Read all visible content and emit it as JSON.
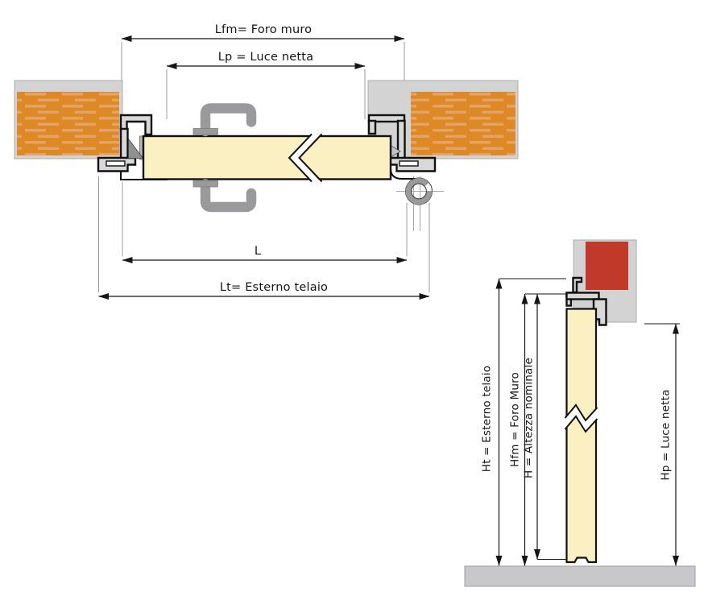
{
  "colors": {
    "wall_plaster": "#d3d3d4",
    "wall_edge": "#aeaeae",
    "brick_base": "#dd8a26",
    "brick_dash": "#e5a465",
    "brick_red": "#c1392b",
    "door_leaf": "#fbf0c1",
    "frame_fill": "#d8d8d8",
    "hardware_gray": "#9a9a9c",
    "hardware_light": "#b5b5b7",
    "floor_gray": "#c8c8ca"
  },
  "plan_view": {
    "dim_lfm": "Lfm= Foro muro",
    "dim_lp": "Lp = Luce netta",
    "dim_l": "L",
    "dim_lt": "Lt= Esterno telaio"
  },
  "section_view": {
    "dim_ht": "Ht = Esterno telaio",
    "dim_hfm": "Hfm = Foro Muro",
    "dim_h": "H = Altezza nominale",
    "dim_hp": "Hp = Luce netta"
  }
}
